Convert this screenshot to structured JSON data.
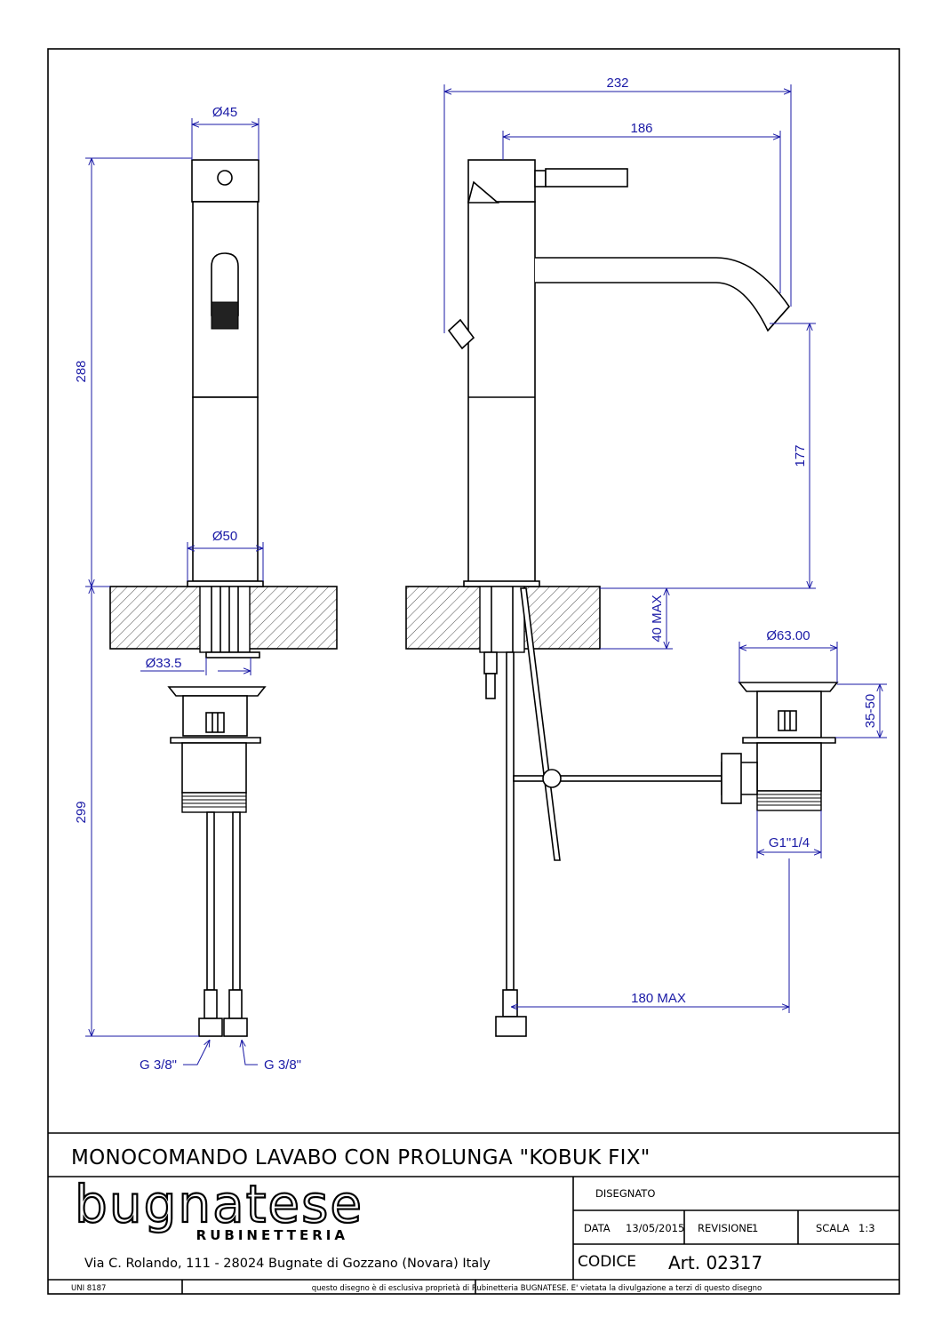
{
  "dimensions": {
    "d45": "Ø45",
    "d50": "Ø50",
    "d33": "Ø33.5",
    "h288": "288",
    "h299": "299",
    "g38_left": "G 3/8\"",
    "g38_right": "G 3/8\"",
    "w232": "232",
    "w186": "186",
    "h177": "177",
    "h40max": "40 MAX",
    "d63": "Ø63.00",
    "h3550": "35-50",
    "g114": "G1\"1/4",
    "w180max": "180 MAX"
  },
  "title_block": {
    "title": "MONOCOMANDO LAVABO CON PROLUNGA \"KOBUK FIX\"",
    "brand": "bugnatese",
    "brand_sub": "RUBINETTERIA",
    "address": "Via C. Rolando, 111 - 28024 Bugnate di Gozzano (Novara) Italy",
    "disegnato_label": "DISEGNATO",
    "data_label": "DATA",
    "data_value": "13/05/2015",
    "revisione_label": "REVISIONE",
    "revisione_value": "1",
    "scala_label": "SCALA",
    "scala_value": "1:3",
    "codice_label": "CODICE",
    "codice_value": "Art. 02317",
    "uni": "UNI 8187",
    "disclaimer": "questo disegno è di esclusiva proprietà di Rubinetteria BUGNATESE. E' vietata la divulgazione a terzi di questo disegno"
  }
}
